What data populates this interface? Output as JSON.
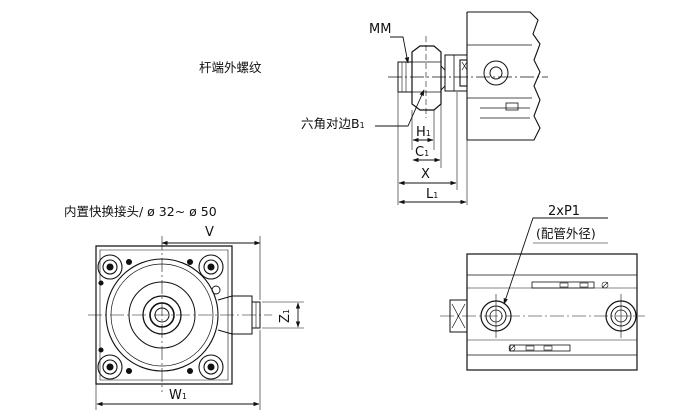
{
  "labels": {
    "rod_end_thread": "杆端外螺纹",
    "mm": "MM",
    "hex_across_flats": "六角对边B",
    "hex_sub": "1",
    "h1": "H",
    "h1_sub": "1",
    "c1": "C",
    "c1_sub": "1",
    "x": "X",
    "l1": "L",
    "l1_sub": "1",
    "fitting_title": "内置快换接头/ ø 32~ ø 50",
    "v": "V",
    "w1": "W",
    "w1_sub": "1",
    "z1": "Z",
    "z1_sub": "1",
    "port_count": "2xP1",
    "pipe_od": "(配管外径)"
  }
}
